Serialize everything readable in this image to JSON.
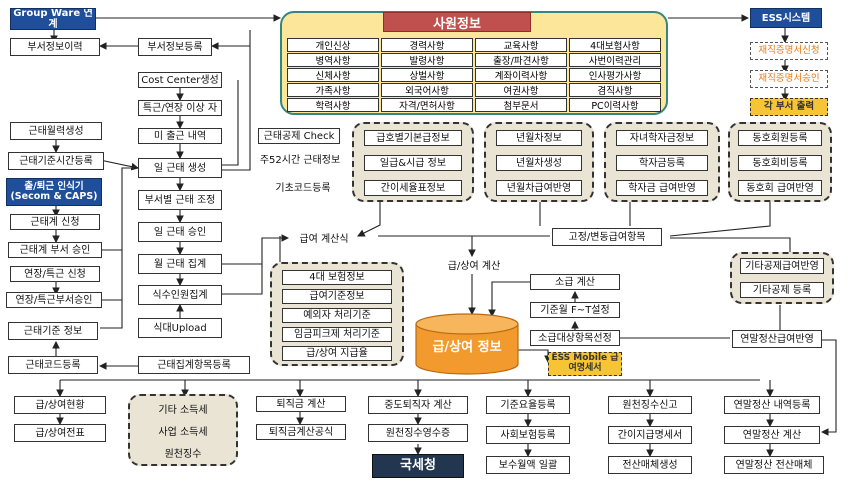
{
  "hr_panel": {
    "title": "사원정보",
    "cells": [
      [
        "개인신상",
        "경력사항",
        "교육사항",
        "4대보험사항"
      ],
      [
        "병역사항",
        "발령사항",
        "출장/파견사항",
        "사번이력관리"
      ],
      [
        "신체사항",
        "상벌사항",
        "계좌이력사항",
        "인사평가사항"
      ],
      [
        "가족사항",
        "외국어사항",
        "여권사항",
        "겸직사항"
      ],
      [
        "학력사항",
        "자격/면허사항",
        "첨부문서",
        "PC이력사항"
      ]
    ]
  },
  "left": {
    "group_ware": "Group Ware 연계",
    "dept_history": "부서정보이력",
    "attendance_calendar": "근태월력생성",
    "attendance_time": "근태기준시간등록",
    "commute_device": "출/퇴근 인식기 (Secom & CAPS)",
    "attendance_request": "근태계 신청",
    "attendance_dept_approve": "근태계 부서 승인",
    "overtime_request": "연장/특근 신청",
    "overtime_dept_approve": "연장/특근부서승인",
    "attendance_std_info": "근태기준 정보",
    "attendance_code": "근태코드등록"
  },
  "center_left": {
    "dept_register": "부서정보등록",
    "cost_center": "Cost Center생성",
    "overtime_exceed": "특근/연장 이상 자",
    "no_show": "미 출근 내역",
    "daily_attendance": "일 근태 생성",
    "dept_adjust": "부서별 근태 조정",
    "daily_approve": "일 근태 승인",
    "monthly_total": "월 근태 집계",
    "meal_total": "식수인원집계",
    "meal_upload": "식대Upload",
    "attendance_items": "근태집계항목등록"
  },
  "mid_labels": {
    "deduction_check": "근태공제 Check",
    "hours52": "주52시간 근태정보",
    "base_code": "기초코드등록",
    "payroll_calc": "급여 계산식",
    "pay_bonus_calc": "급/상여 계산",
    "fixed_items": "고정/변동급여항목"
  },
  "groups": {
    "pay_base": [
      "급호별기본급정보",
      "일급&시급 정보",
      "간이세율표정보"
    ],
    "annual_leave": [
      "년월차정보",
      "년월차생성",
      "년월차급여반영"
    ],
    "tuition": [
      "자녀학자금정보",
      "학자금등록",
      "학자금 급여반영"
    ],
    "club": [
      "동호회원등록",
      "동호회비등록",
      "동호회 급여반영"
    ],
    "pay_rules": [
      "4대 보험정보",
      "급여기준정보",
      "예외자 처리기준",
      "임금피크제 처리기준",
      "급/상여 지급율"
    ],
    "other_deduction": [
      "기타공제급여반영",
      "기타공제 등록"
    ],
    "other_income": [
      "기타 소득세",
      "사업 소득세",
      "원천징수"
    ]
  },
  "right_top": {
    "ess": "ESS시스템",
    "cert_request": "재직증명서신청",
    "cert_approve": "재직증명서승인",
    "dept_print": "각 부서 출력"
  },
  "retro": {
    "retro_calc": "소급 계산",
    "month_range": "기준월 F~T설정",
    "retro_target": "소급대상항목선정",
    "ess_mobile": "ESS Mobile 급여명세서",
    "year_end_reflect": "연말정산급여반영"
  },
  "database": "급/상여 정보",
  "bottom": {
    "pay_status": "급/상여현황",
    "pay_slip": "급/상여전표",
    "retirement_calc": "퇴직금 계산",
    "retirement_formula": "퇴직금계산공식",
    "midterm_retire": "중도퇴직자 계산",
    "withholding_receipt": "원천징수영수증",
    "nts": "국세청",
    "std_fee": "기준요율등록",
    "social_insurance": "사회보험등록",
    "remuneration": "보수월액 일괄",
    "withholding_report": "원천징수신고",
    "simple_pay": "간이지급명세서",
    "media_gen": "전산매체생성",
    "year_end_reg": "연말정산 내역등록",
    "year_end_calc": "연말정산 계산",
    "year_end_media": "연말정산 전산매체"
  }
}
